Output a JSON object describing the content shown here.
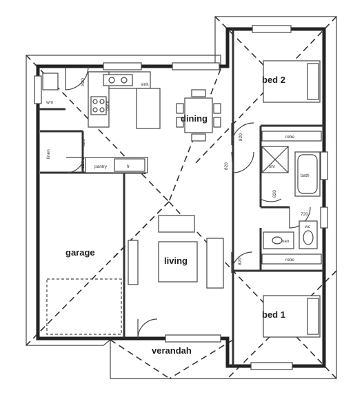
{
  "rooms": {
    "bed2": "bed 2",
    "dining": "dining",
    "garage": "garage",
    "living": "living",
    "bed1": "bed 1",
    "verandah": "verandah"
  },
  "fixtures": {
    "sink": "sink",
    "oven": "oven",
    "wm": "wm",
    "linen": "linen",
    "pantry": "pantry",
    "fr": "fr",
    "robe_top": "robe",
    "robe_bottom": "robe",
    "shr": "shr",
    "bath": "bath",
    "van": "van",
    "wc": "wc"
  },
  "dimensions": {
    "d_laundry": "820",
    "d_garage_top": "820",
    "d_garage_side": "820",
    "d_dining": "820",
    "d_hall": "820",
    "d_bath": "820",
    "d_bed1": "820",
    "d_wc": "720"
  }
}
